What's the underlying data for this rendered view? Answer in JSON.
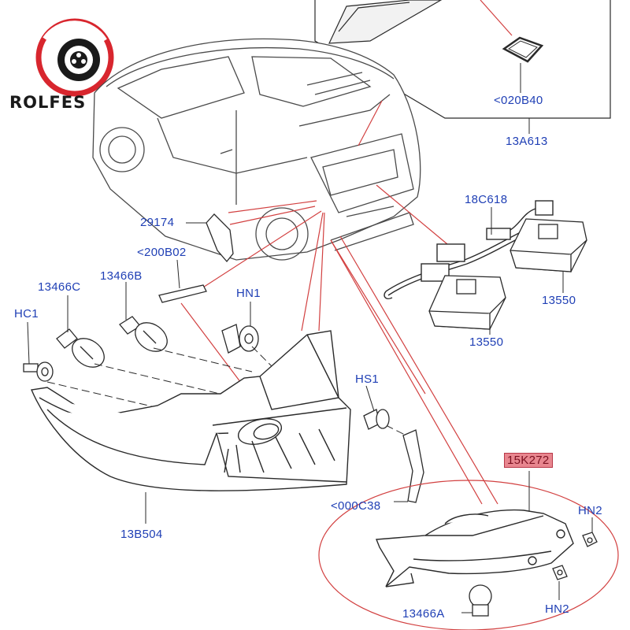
{
  "brand": {
    "name": "ROLFES"
  },
  "colors": {
    "label": "#1f3fb5",
    "leader": "#d24040",
    "line": "#2a2a2a",
    "highlight": "#e8868f"
  },
  "labels": {
    "p020B40": "<020B40",
    "p13A613": "13A613",
    "p18C618": "18C618",
    "p29174": "29174",
    "p200B02": "<200B02",
    "p13466C": "13466C",
    "p13466B": "13466B",
    "pHN1": "HN1",
    "pHC1": "HC1",
    "p13550a": "13550",
    "p13550b": "13550",
    "pHS1": "HS1",
    "p13B504": "13B504",
    "p000C38": "<000C38",
    "p15K272": "15K272",
    "pHN2a": "HN2",
    "pHN2b": "HN2",
    "p13466A": "13466A"
  }
}
